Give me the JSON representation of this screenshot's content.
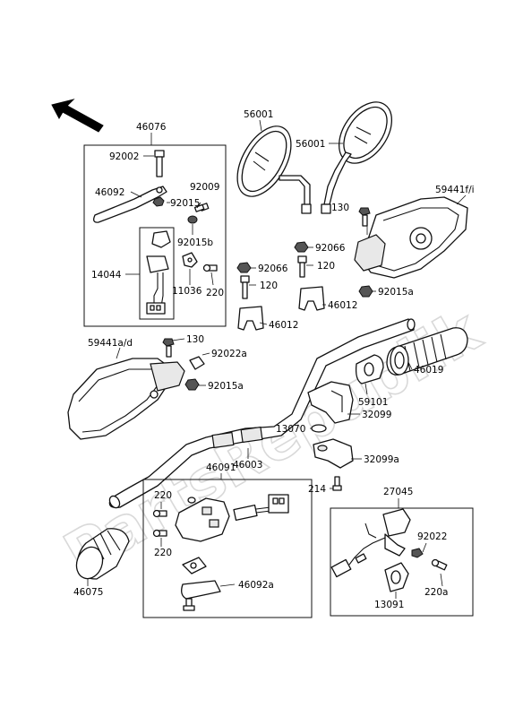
{
  "watermark": "PartsRepublik",
  "boxes": {
    "top_left": "46076",
    "bottom_left": "46091",
    "bottom_right": "27045"
  },
  "labels": {
    "l46076": "46076",
    "l92002": "92002",
    "l46092": "46092",
    "l92015": "92015",
    "l92009": "92009",
    "l92015b": "92015b",
    "l14044": "14044",
    "l11036": "11036",
    "l220_top": "220",
    "l56001_a": "56001",
    "l56001_b": "56001",
    "l59441fi": "59441f/i",
    "l130_right": "130",
    "l92066_right": "92066",
    "l92066_left": "92066",
    "l120_right": "120",
    "l120_left": "120",
    "l92015a_right": "92015a",
    "l46012_right": "46012",
    "l46012_left": "46012",
    "l59441ad": "59441a/d",
    "l130_left": "130",
    "l92022a": "92022a",
    "l92015a_left": "92015a",
    "l46019": "46019",
    "l59101": "59101",
    "l32099": "32099",
    "l13070": "13070",
    "l46003": "46003",
    "l32099a": "32099a",
    "l46091": "46091",
    "l214": "214",
    "l27045": "27045",
    "l220_a": "220",
    "l220_b": "220",
    "l46092a": "46092a",
    "l46075": "46075",
    "l92022": "92022",
    "l220a": "220a",
    "l13091": "13091"
  }
}
